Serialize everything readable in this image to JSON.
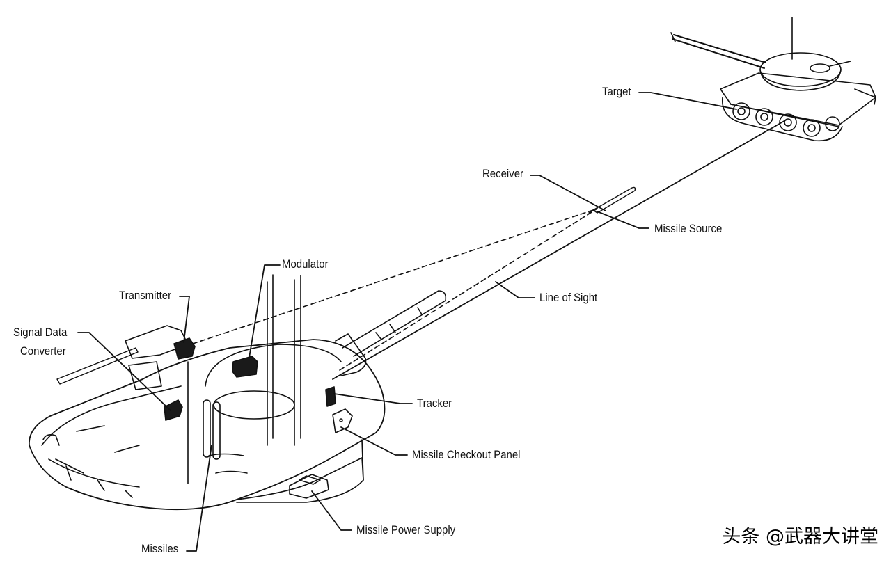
{
  "labels": {
    "target": "Target",
    "receiver": "Receiver",
    "missile_source": "Missile Source",
    "modulator": "Modulator",
    "transmitter": "Transmitter",
    "line_of_sight": "Line of Sight",
    "signal_data_converter_line1": "Signal Data",
    "signal_data_converter_line2": "Converter",
    "tracker": "Tracker",
    "missile_checkout_panel": "Missile Checkout Panel",
    "missile_power_supply": "Missile Power Supply",
    "missiles": "Missiles"
  },
  "watermark": "头条 @武器大讲堂",
  "colors": {
    "line": "#111111",
    "background": "#ffffff",
    "component_fill": "#1a1a1a"
  }
}
